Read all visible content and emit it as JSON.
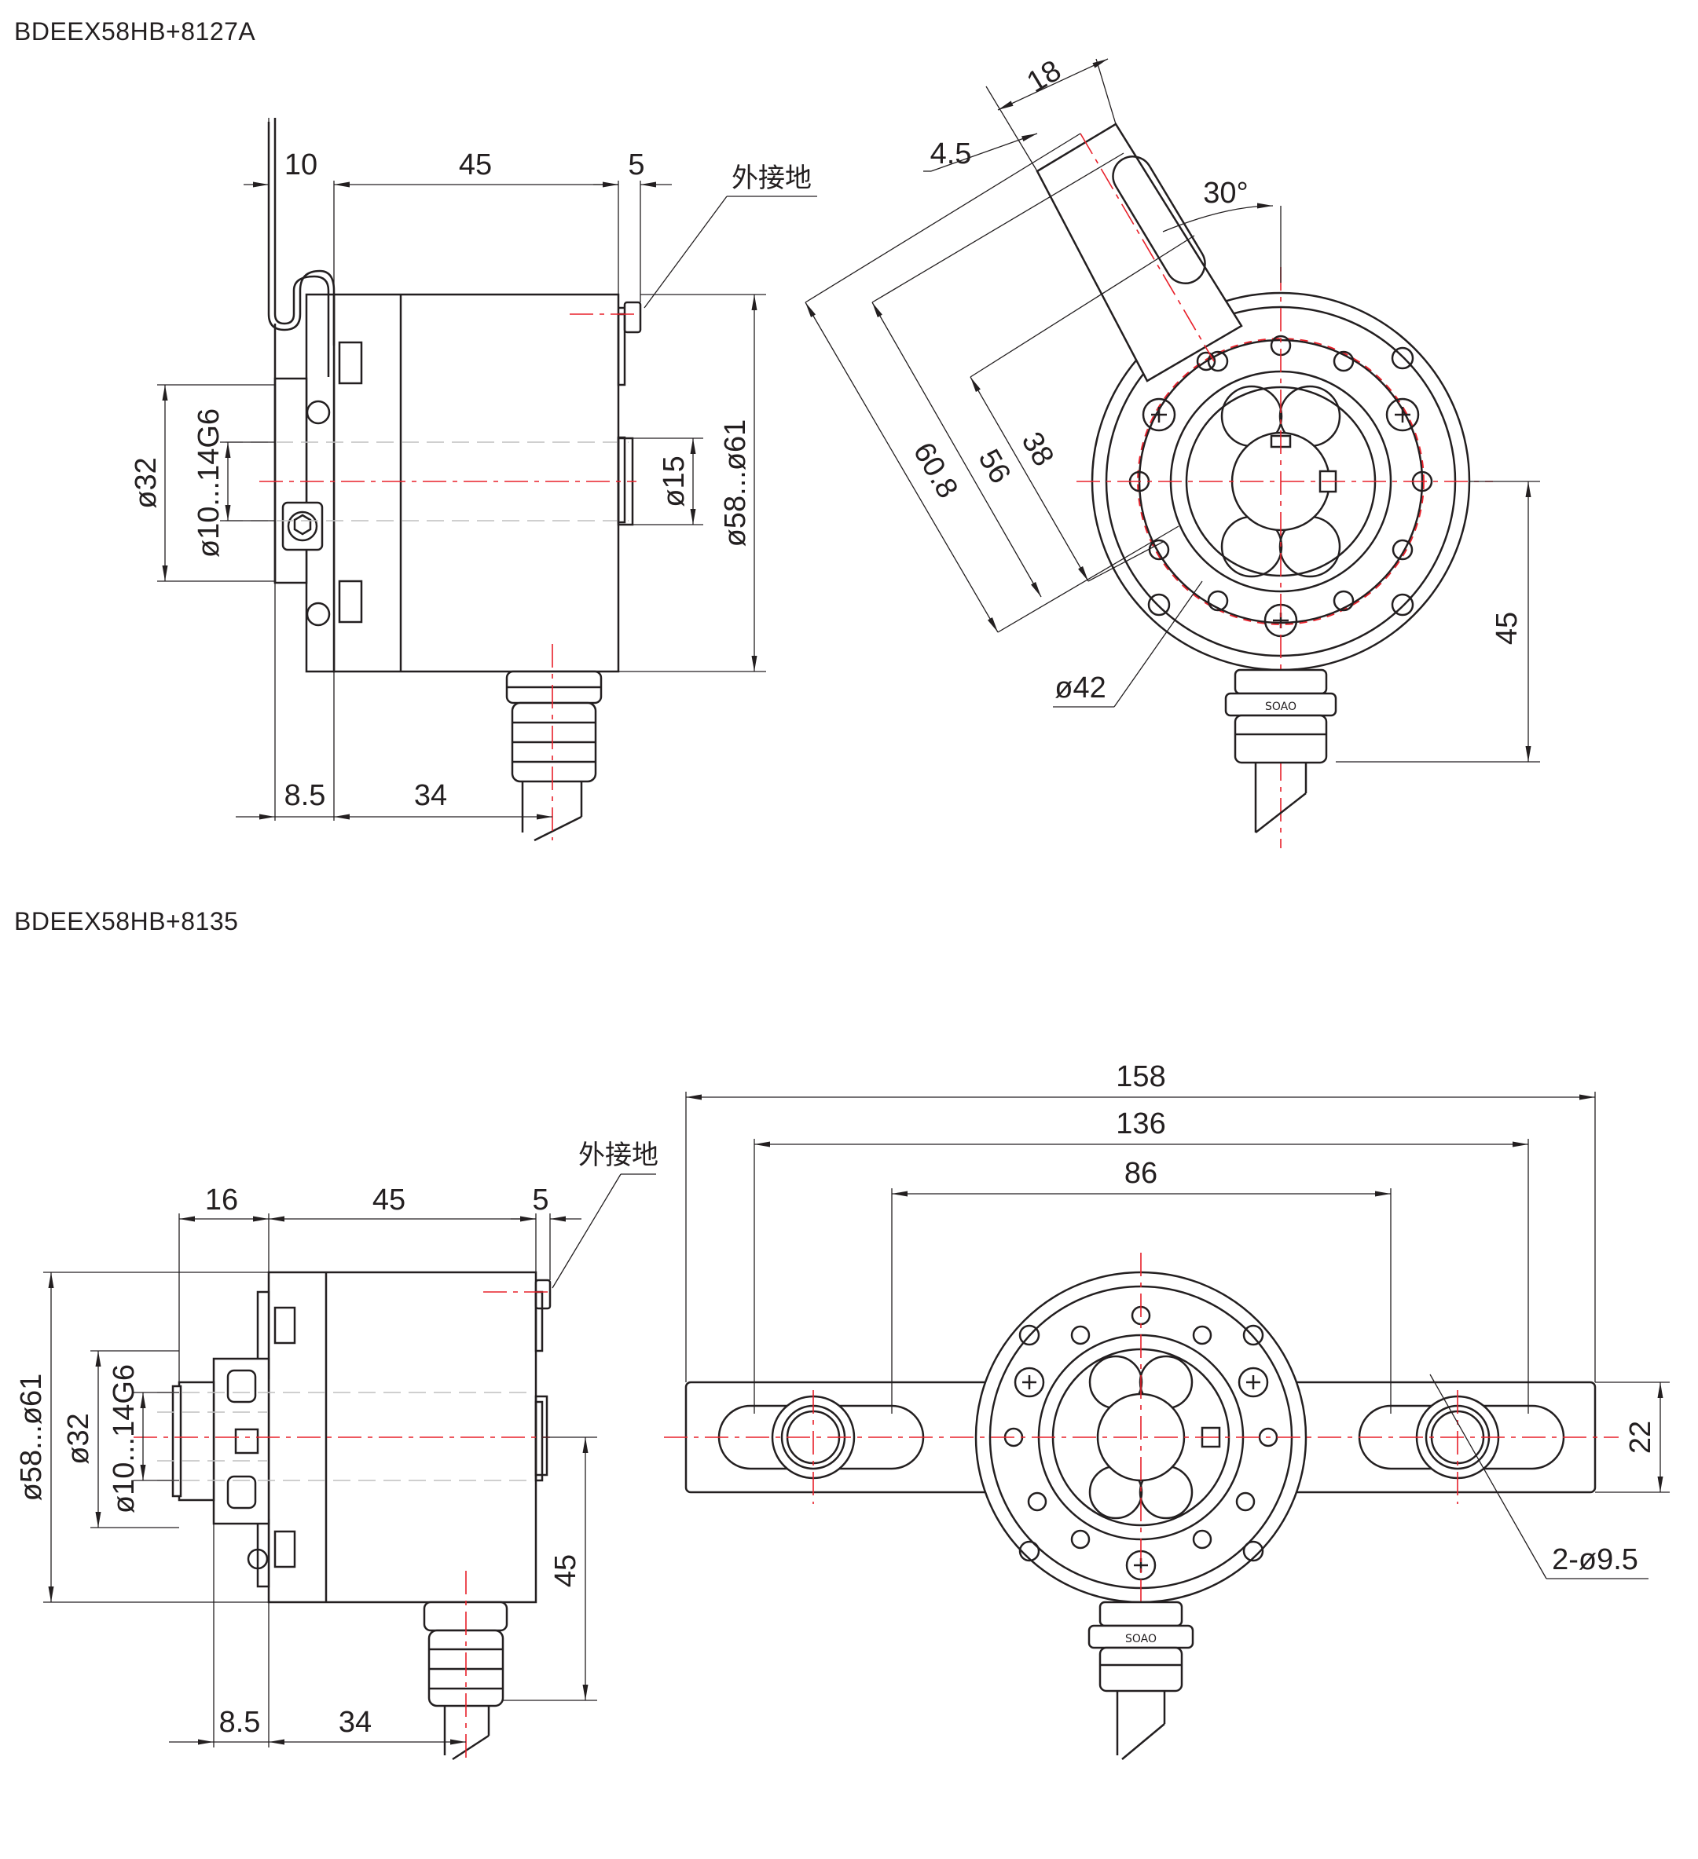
{
  "models": {
    "top": "BDEEX58HB+8127A",
    "bottom": "BDEEX58HB+8135"
  },
  "top_side_view": {
    "dim_10": "10",
    "dim_45": "45",
    "dim_5": "5",
    "ground_label": "外接地",
    "dia_32": "ø32",
    "dia_shaft": "ø10...14G6",
    "dia_15": "ø15",
    "dia_body": "ø58...ø61",
    "dim_8_5": "8.5",
    "dim_34": "34"
  },
  "top_front_view": {
    "dim_18": "18",
    "dim_4_5": "4.5",
    "angle_30": "30°",
    "dim_60_8": "60.8",
    "dim_56": "56",
    "dim_38": "38",
    "dia_42": "ø42",
    "dim_45": "45",
    "brand_label": "SOAO"
  },
  "bottom_side_view": {
    "dim_16": "16",
    "dim_45_top": "45",
    "dim_5": "5",
    "ground_label": "外接地",
    "dia_body": "ø58...ø61",
    "dia_32": "ø32",
    "dia_shaft": "ø10...14G6",
    "dim_45_side": "45",
    "dim_8_5": "8.5",
    "dim_34": "34"
  },
  "bottom_front_view": {
    "dim_158": "158",
    "dim_136": "136",
    "dim_86": "86",
    "dim_22": "22",
    "holes": "2-ø9.5",
    "brand_label": "SOAO"
  },
  "colors": {
    "line": "#231f20",
    "centerline": "#e8202a",
    "hidden": "#bfbfbf"
  }
}
